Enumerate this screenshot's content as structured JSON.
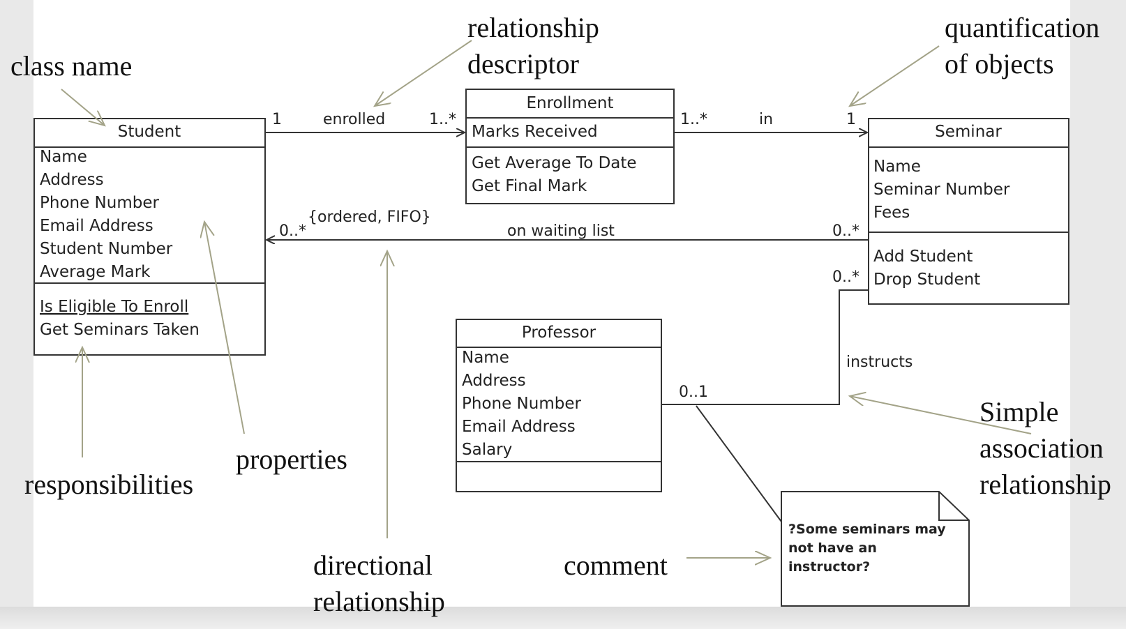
{
  "classes": {
    "student": {
      "name": "Student",
      "attributes": [
        "Name",
        "Address",
        "Phone Number",
        "Email Address",
        "Student Number",
        "Average Mark"
      ],
      "operations": [
        "Is Eligible To Enroll",
        "Get Seminars Taken"
      ]
    },
    "enrollment": {
      "name": "Enrollment",
      "attributes": [
        "Marks Received"
      ],
      "operations": [
        "Get Average To Date",
        "Get Final Mark"
      ]
    },
    "seminar": {
      "name": "Seminar",
      "attributes": [
        "Name",
        "Seminar Number",
        "Fees"
      ],
      "operations": [
        "Add Student",
        "Drop Student"
      ]
    },
    "professor": {
      "name": "Professor",
      "attributes": [
        "Name",
        "Address",
        "Phone Number",
        "Email Address",
        "Salary"
      ],
      "operations": []
    }
  },
  "associations": {
    "enrolled": {
      "label": "enrolled",
      "mult_student": "1",
      "mult_enrollment": "1..*"
    },
    "in": {
      "label": "in",
      "mult_enrollment": "1..*",
      "mult_seminar": "1"
    },
    "waiting": {
      "label": "on waiting list",
      "mult_student": "0..*",
      "constraint": "{ordered, FIFO}",
      "mult_seminar": "0..*"
    },
    "instructs": {
      "label": "instructs",
      "mult_seminar": "0..*",
      "mult_professor": "0..1"
    }
  },
  "note": {
    "lines": [
      "?Some seminars may",
      "not have an",
      "instructor?"
    ]
  },
  "annotations": {
    "class_name": "class name",
    "relationship_descriptor": [
      "relationship",
      "descriptor"
    ],
    "quantification": [
      "quantification",
      "of objects"
    ],
    "responsibilities": "responsibilities",
    "properties": "properties",
    "directional": [
      "directional",
      "relationship"
    ],
    "comment": "comment",
    "simple_association": [
      "Simple",
      "association",
      "relationship"
    ]
  },
  "colors": {
    "pointer": "#a3a388",
    "line": "#333333",
    "background": "#e9e9e9"
  }
}
